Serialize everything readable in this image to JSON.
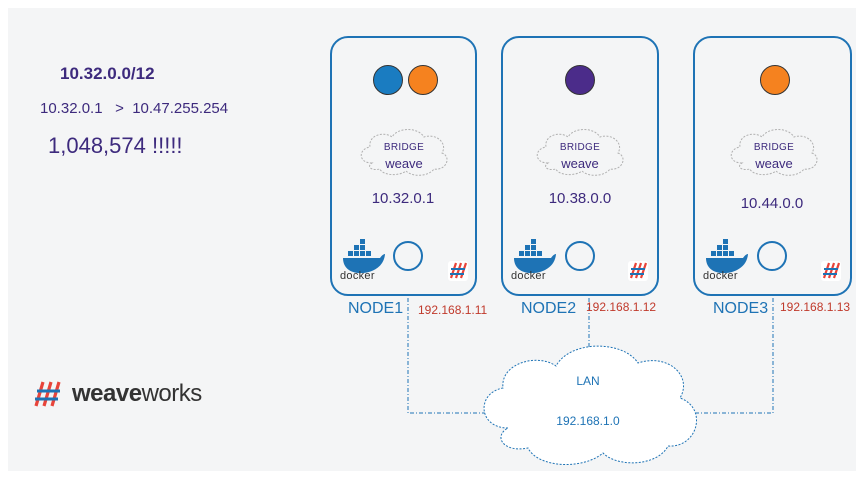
{
  "cidr": "10.32.0.0/12",
  "range": {
    "start": "10.32.0.1",
    "sep": ">",
    "end": "10.47.255.254"
  },
  "count": "1,048,574 !!!!!",
  "nodes": [
    {
      "name": "NODE1",
      "ip": "192.168.1.11",
      "bridge_label": "BRIDGE",
      "weave_label": "weave",
      "bridge_ip": "10.32.0.1",
      "docker_label": "docker",
      "containers": [
        "#1a7cc1",
        "#f5821f"
      ]
    },
    {
      "name": "NODE2",
      "ip": "192.168.1.12",
      "bridge_label": "BRIDGE",
      "weave_label": "weave",
      "bridge_ip": "10.38.0.0",
      "docker_label": "docker",
      "containers": [
        "#4b2c8a"
      ]
    },
    {
      "name": "NODE3",
      "ip": "192.168.1.13",
      "bridge_label": "BRIDGE",
      "weave_label": "weave",
      "bridge_ip": "10.44.0.0",
      "docker_label": "docker",
      "containers": [
        "#f5821f"
      ]
    }
  ],
  "lan": {
    "label": "LAN",
    "network": "192.168.1.0"
  },
  "logo": {
    "bold": "weave",
    "light": "works"
  },
  "colors": {
    "node_border": "#1e73b5",
    "text_purple": "#3d2a7d",
    "node_ip_red": "#c0392b",
    "link_red": "#e05a6b",
    "lan_link_blue": "#1e73b5"
  }
}
